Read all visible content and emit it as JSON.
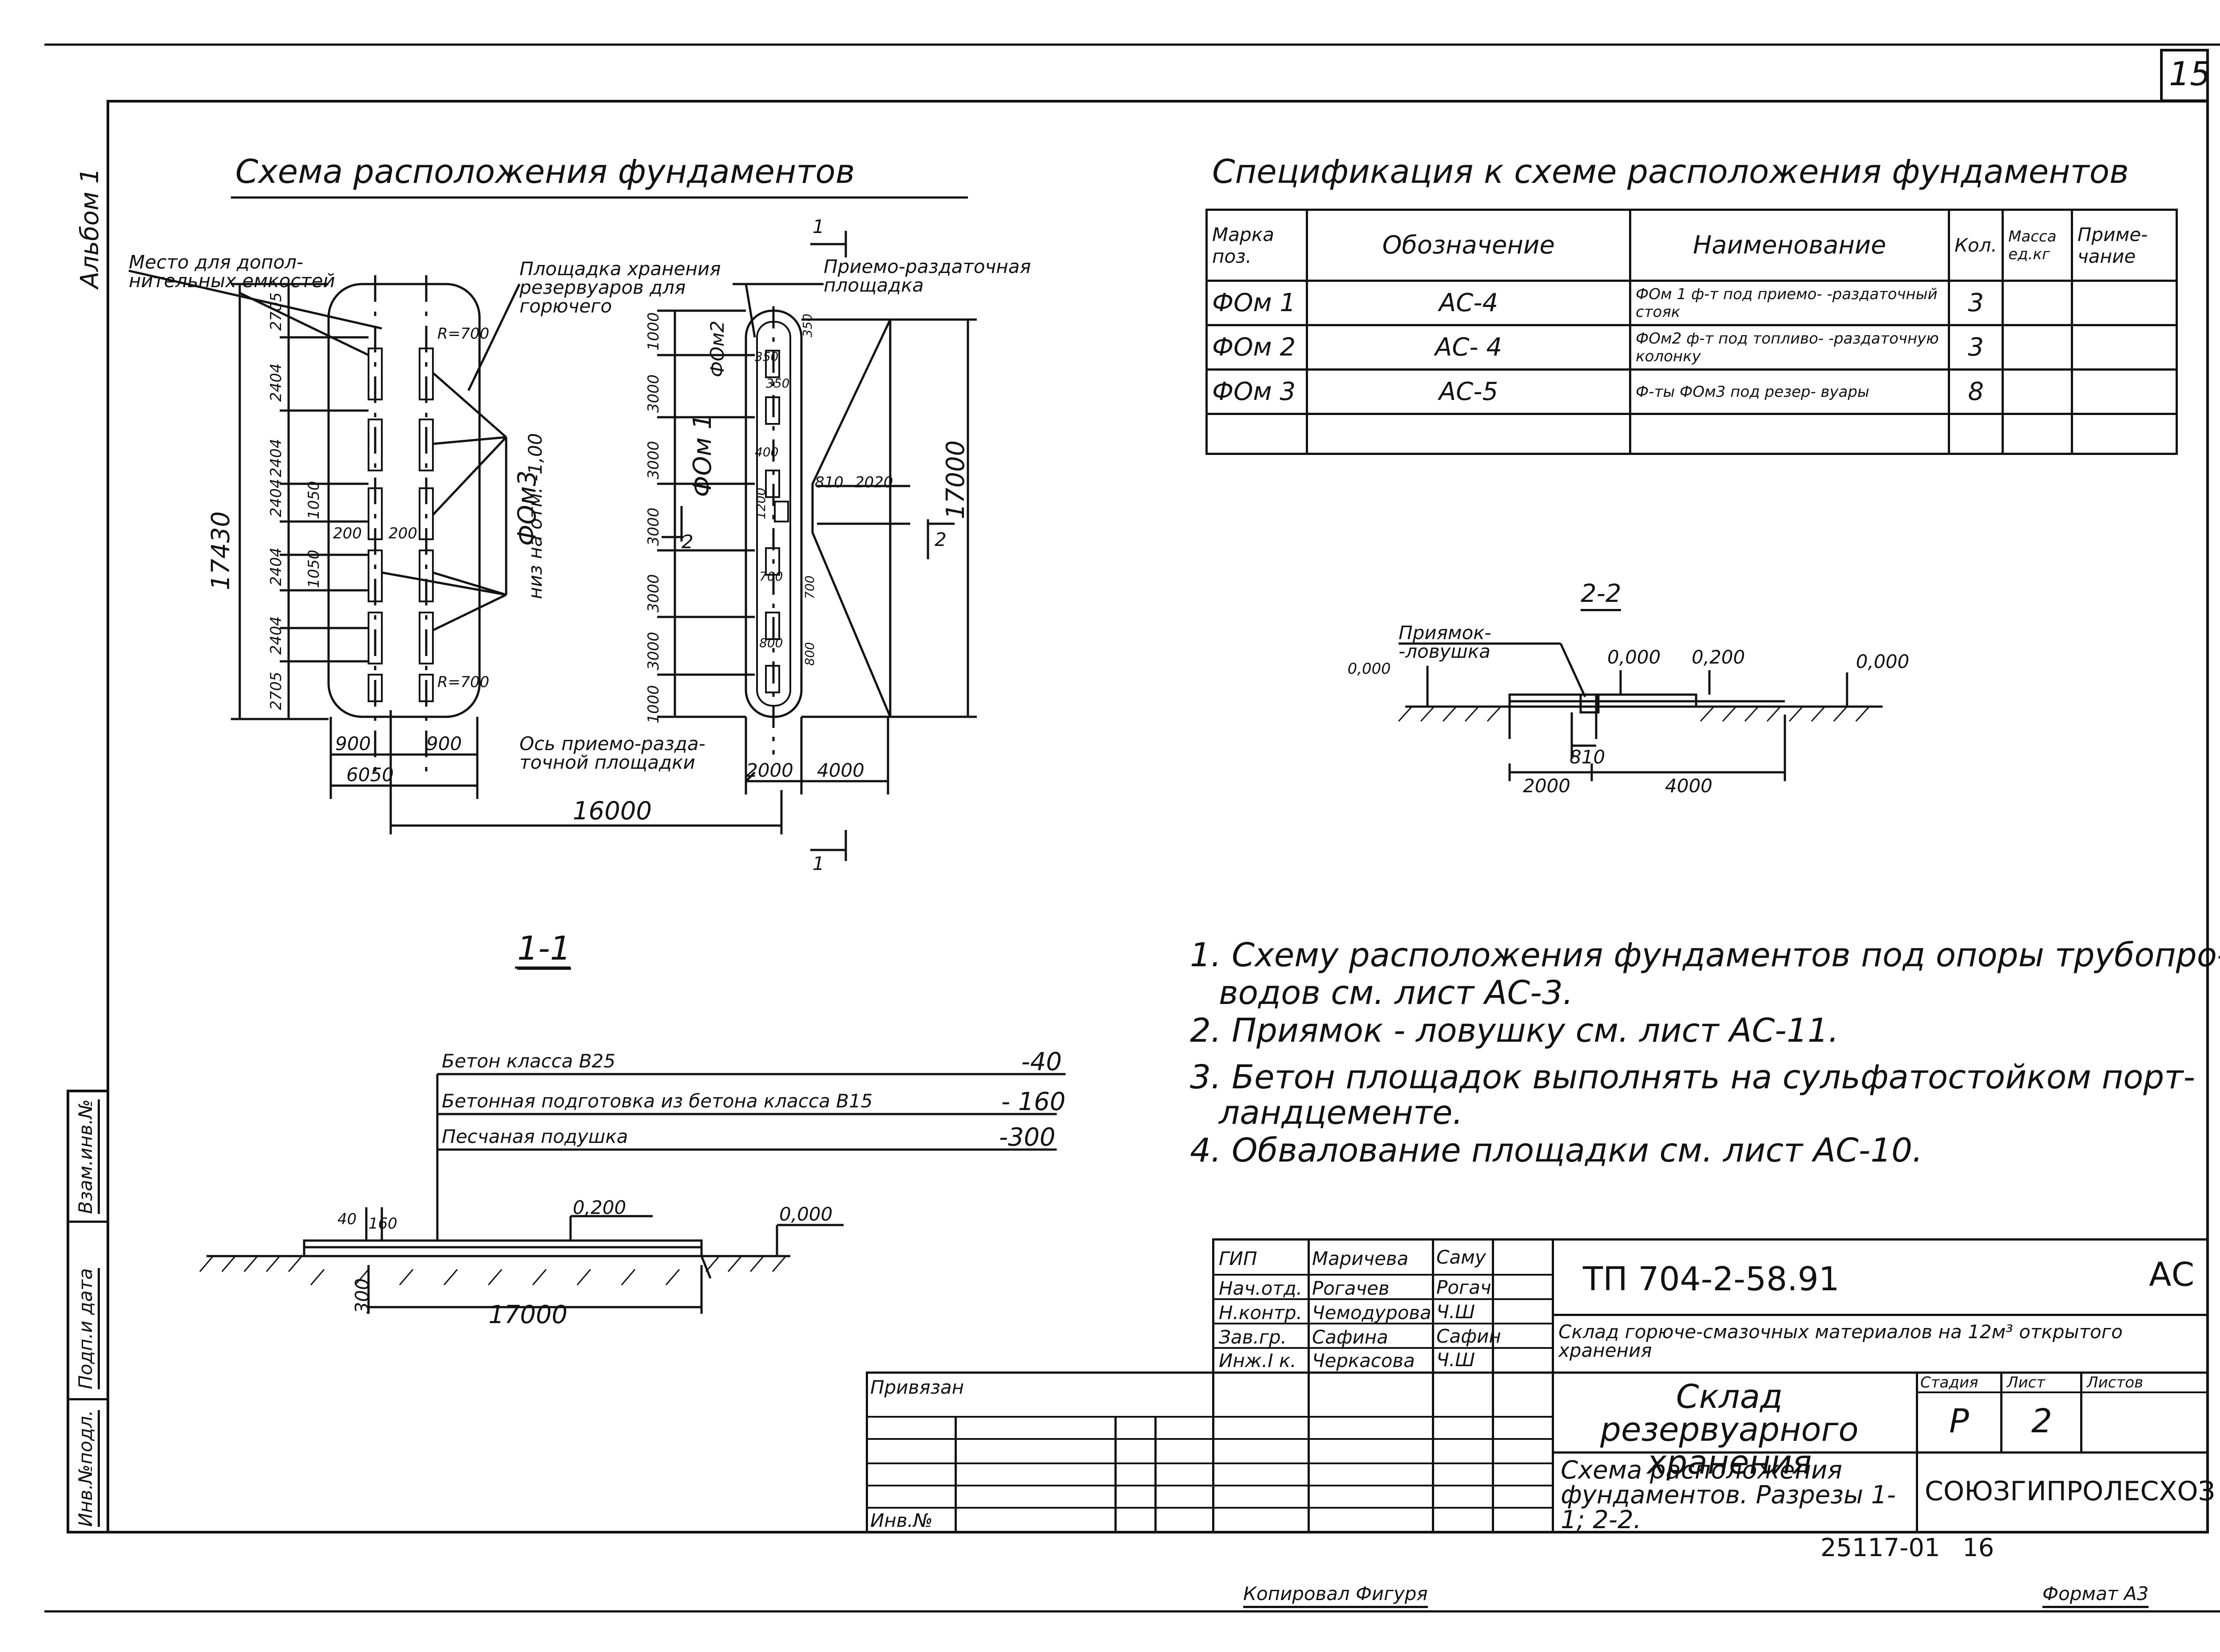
{
  "sheet": {
    "sheet_number": "15",
    "album_label": "Альбом 1",
    "copied_by": "Копировал Фигуря",
    "format": "Формат А3",
    "archive_number": "25117-01",
    "archive_sheet": "16"
  },
  "left_stamps": {
    "inv_podl": "Инв.№подл.",
    "podp_data": "Подп.и дата",
    "vzam_inv": "Взам.инв.№"
  },
  "plan": {
    "title": "Схема расположения фундаментов",
    "label_place": "Место для допол- нительных емкостей",
    "label_platform": "Площадка хранения резервуаров для горючего",
    "label_receive": "Приемо-раздаточная площадка",
    "label_axis": "Ось приемо-разда- точной площадки",
    "label_niz": "низ на отм. -1,00",
    "mark_fom3": "ФОм3",
    "mark_fom1": "ФОм 1",
    "mark_fom2": "ФОм2",
    "section_1": "1",
    "section_2": "2",
    "radius": "R=700",
    "dim_total_height": "17430",
    "dims_left": [
      "2705",
      "2404",
      "2404",
      "2404",
      "2404",
      "2404",
      "2705"
    ],
    "dim_1050a": "1050",
    "dim_1050b": "1050",
    "dim_200a": "200",
    "dim_200b": "200",
    "dim_900a": "900",
    "dim_900b": "900",
    "dim_6050": "6050",
    "dim_16000": "16000",
    "dims_right_chain": [
      "1000",
      "3000",
      "3000",
      "3000",
      "3000",
      "3000",
      "1000"
    ],
    "dim_17000": "17000",
    "dim_2000": "2000",
    "dim_4000": "4000",
    "dim_810": "810",
    "dim_2020": "2020",
    "small_dims": [
      "350",
      "350",
      "350",
      "400",
      "1200",
      "700",
      "800",
      "700",
      "800"
    ]
  },
  "spec": {
    "title": "Спецификация к схеме расположения фундаментов",
    "headers": [
      "Марка поз.",
      "Обозначение",
      "Наименование",
      "Кол.",
      "Масса ед.кг",
      "Приме- чание"
    ],
    "rows": [
      [
        "ФОм 1",
        "АС-4",
        "ФОм 1 ф-т под приемо- -раздаточный стояк",
        "3",
        "",
        ""
      ],
      [
        "ФОм 2",
        "АС- 4",
        "ФОм2 ф-т под топливо- -раздаточную колонку",
        "3",
        "",
        ""
      ],
      [
        "ФОм 3",
        "АС-5",
        "Ф-ты ФОм3 под резер- вуары",
        "8",
        "",
        ""
      ],
      [
        "",
        "",
        "",
        "",
        "",
        ""
      ]
    ]
  },
  "section22": {
    "title": "2-2",
    "label_trap": "Приямок- -ловушка",
    "level_a": "0,000",
    "level_b": "0,000",
    "level_c": "0,200",
    "level_d": "0,000",
    "dim_810": "810",
    "dim_2000": "2000",
    "dim_4000": "4000"
  },
  "notes": [
    "1. Схему расположения фундаментов под опоры трубопро-",
    "водов см. лист АС-3.",
    "2. Приямок - ловушку см. лист АС-11.",
    "3. Бетон площадок выполнять на сульфатостойком порт-",
    "ландцементе.",
    "4. Обвалование площадки см. лист АС-10."
  ],
  "section11": {
    "title": "1-1",
    "layers": [
      {
        "name": "Бетон класса В25",
        "value": "-40"
      },
      {
        "name": "Бетонная подготовка из бетона класса В15",
        "value": "- 160"
      },
      {
        "name": "Песчаная подушка",
        "value": "-300"
      }
    ],
    "dim_40": "40",
    "dim_160": "160",
    "dim_300": "300",
    "level_a": "0,200",
    "level_b": "0,000",
    "dim_17000": "17000"
  },
  "title_block": {
    "roles": [
      "ГИП",
      "Нач.отд.",
      "Н.контр.",
      "Зав.гр.",
      "Инж.I к."
    ],
    "names": [
      "Маричева",
      "Рогачев",
      "Чемодурова",
      "Сафина",
      "Черкасова"
    ],
    "signatures": [
      "Саму",
      "Рогач",
      "Ч.Ш",
      "Сафин",
      "Ч.Ш"
    ],
    "project_code": "ТП   704-2-58.91",
    "section_code": "АС",
    "project_name": "Склад горюче-смазочных материалов на 12м³ открытого хранения",
    "object_name": "Склад резервуарного хранения",
    "stage_label": "Стадия",
    "sheet_label": "Лист",
    "sheets_label": "Листов",
    "stage": "Р",
    "sheet": "2",
    "sheets": "",
    "drawing_name": "Схема расположения фундаментов. Разрезы 1-1; 2-2.",
    "organization": "СОЮЗГИПРОЛЕСХОЗ",
    "privyazan": "Привязан",
    "inv_no": "Инв.№"
  }
}
